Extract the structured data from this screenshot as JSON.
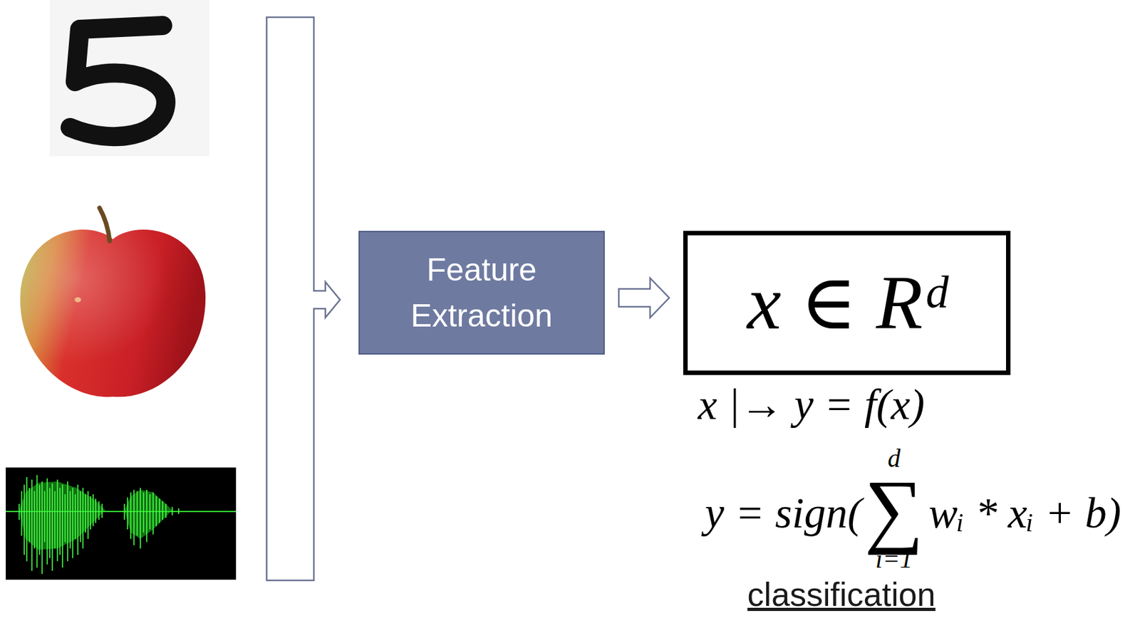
{
  "diagram": {
    "nodes": [
      {
        "text": [
          "Feature Extraction"
        ]
      },
      {
        "text": [
          "x ∈ Rᵈ"
        ]
      }
    ],
    "edges": [
      {
        "from": 0,
        "to": 1,
        "arrow": "to"
      }
    ],
    "labels": [
      "x |→ y = f(x)",
      "d",
      "y = sign(",
      "∑",
      "wᵢ * xᵢ + b)",
      "i=1",
      "classification"
    ]
  }
}
